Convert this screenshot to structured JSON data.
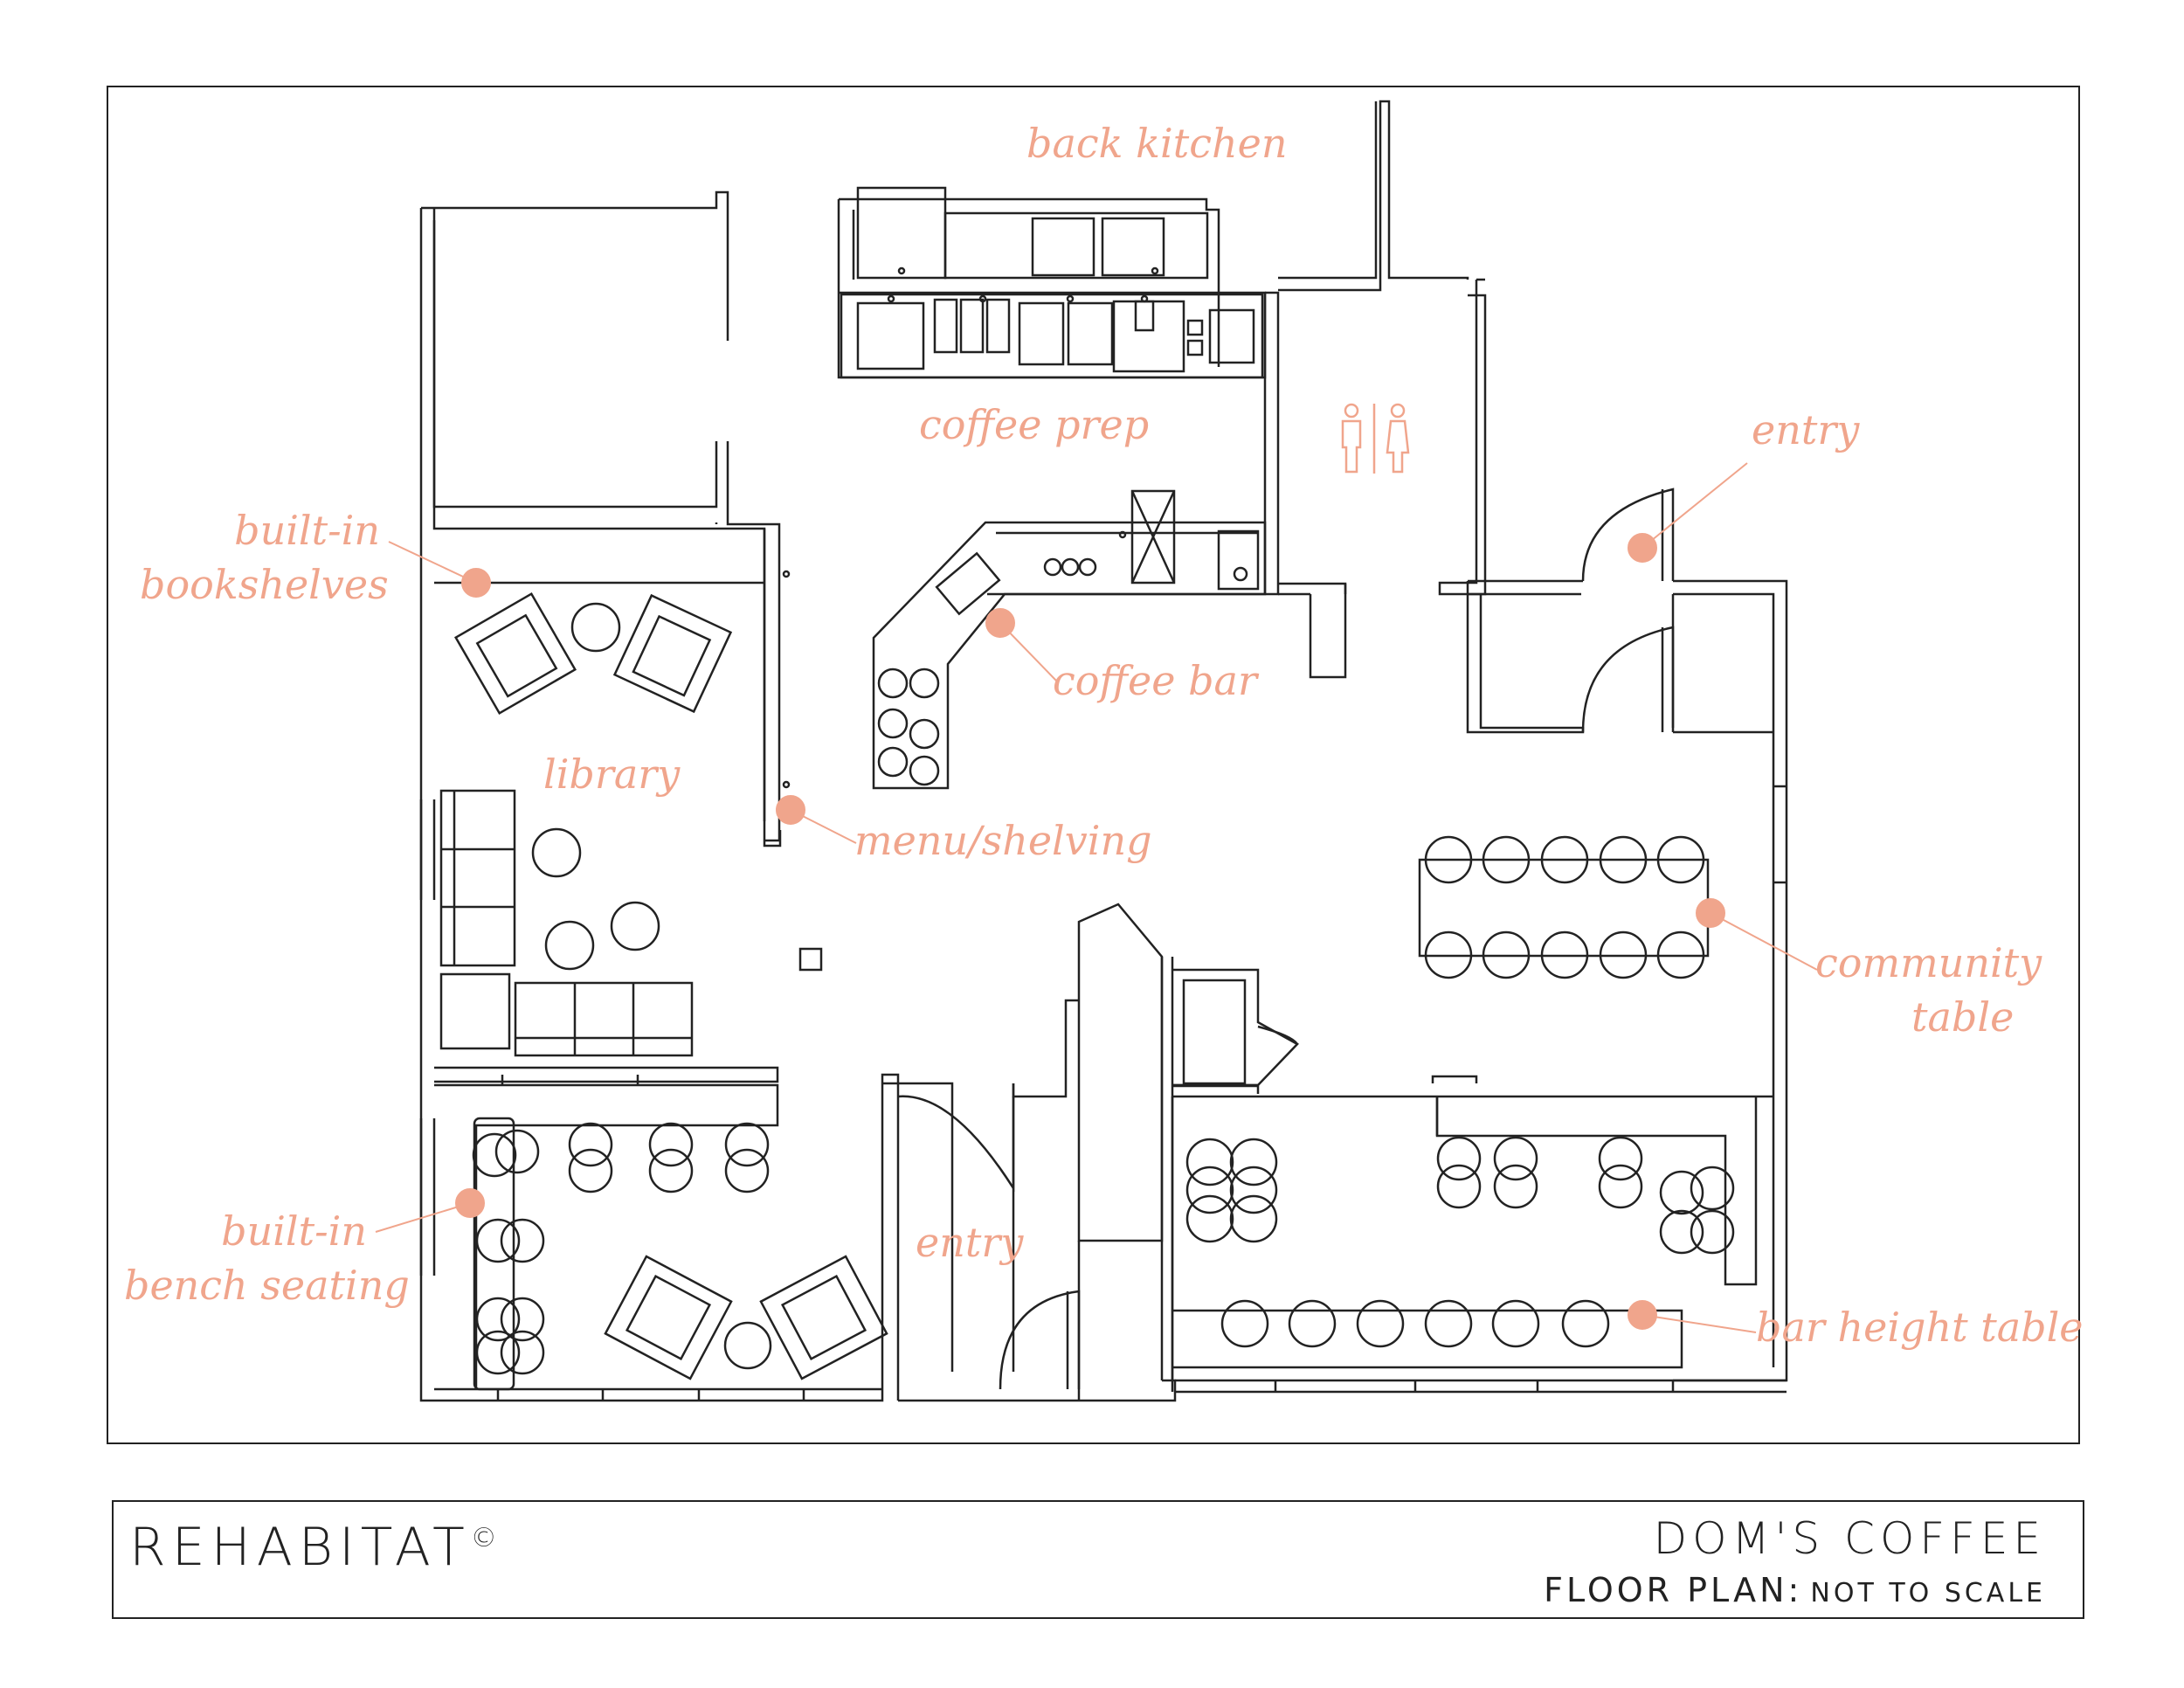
{
  "labels": {
    "back_kitchen": "back kitchen",
    "coffee_prep": "coffee prep",
    "built_in_bookshelves_1": "built-in",
    "built_in_bookshelves_2": "bookshelves",
    "entry_right": "entry",
    "coffee_bar": "coffee bar",
    "library": "library",
    "menu_shelving": "menu/shelving",
    "community_table_1": "community",
    "community_table_2": "table",
    "built_in_bench_1": "built-in",
    "built_in_bench_2": "bench seating",
    "entry_main": "entry",
    "bar_height_table": "bar height table"
  },
  "title_block": {
    "brand": "REHABITAT",
    "copyright": "©",
    "project": "DOM'S COFFEE",
    "subtitle_main": "FLOOR PLAN:",
    "subtitle_note": "NOT TO SCALE"
  },
  "colors": {
    "ink": "#222222",
    "accent": "#f0a58c"
  },
  "icons": {
    "restroom": "restroom-icon"
  }
}
